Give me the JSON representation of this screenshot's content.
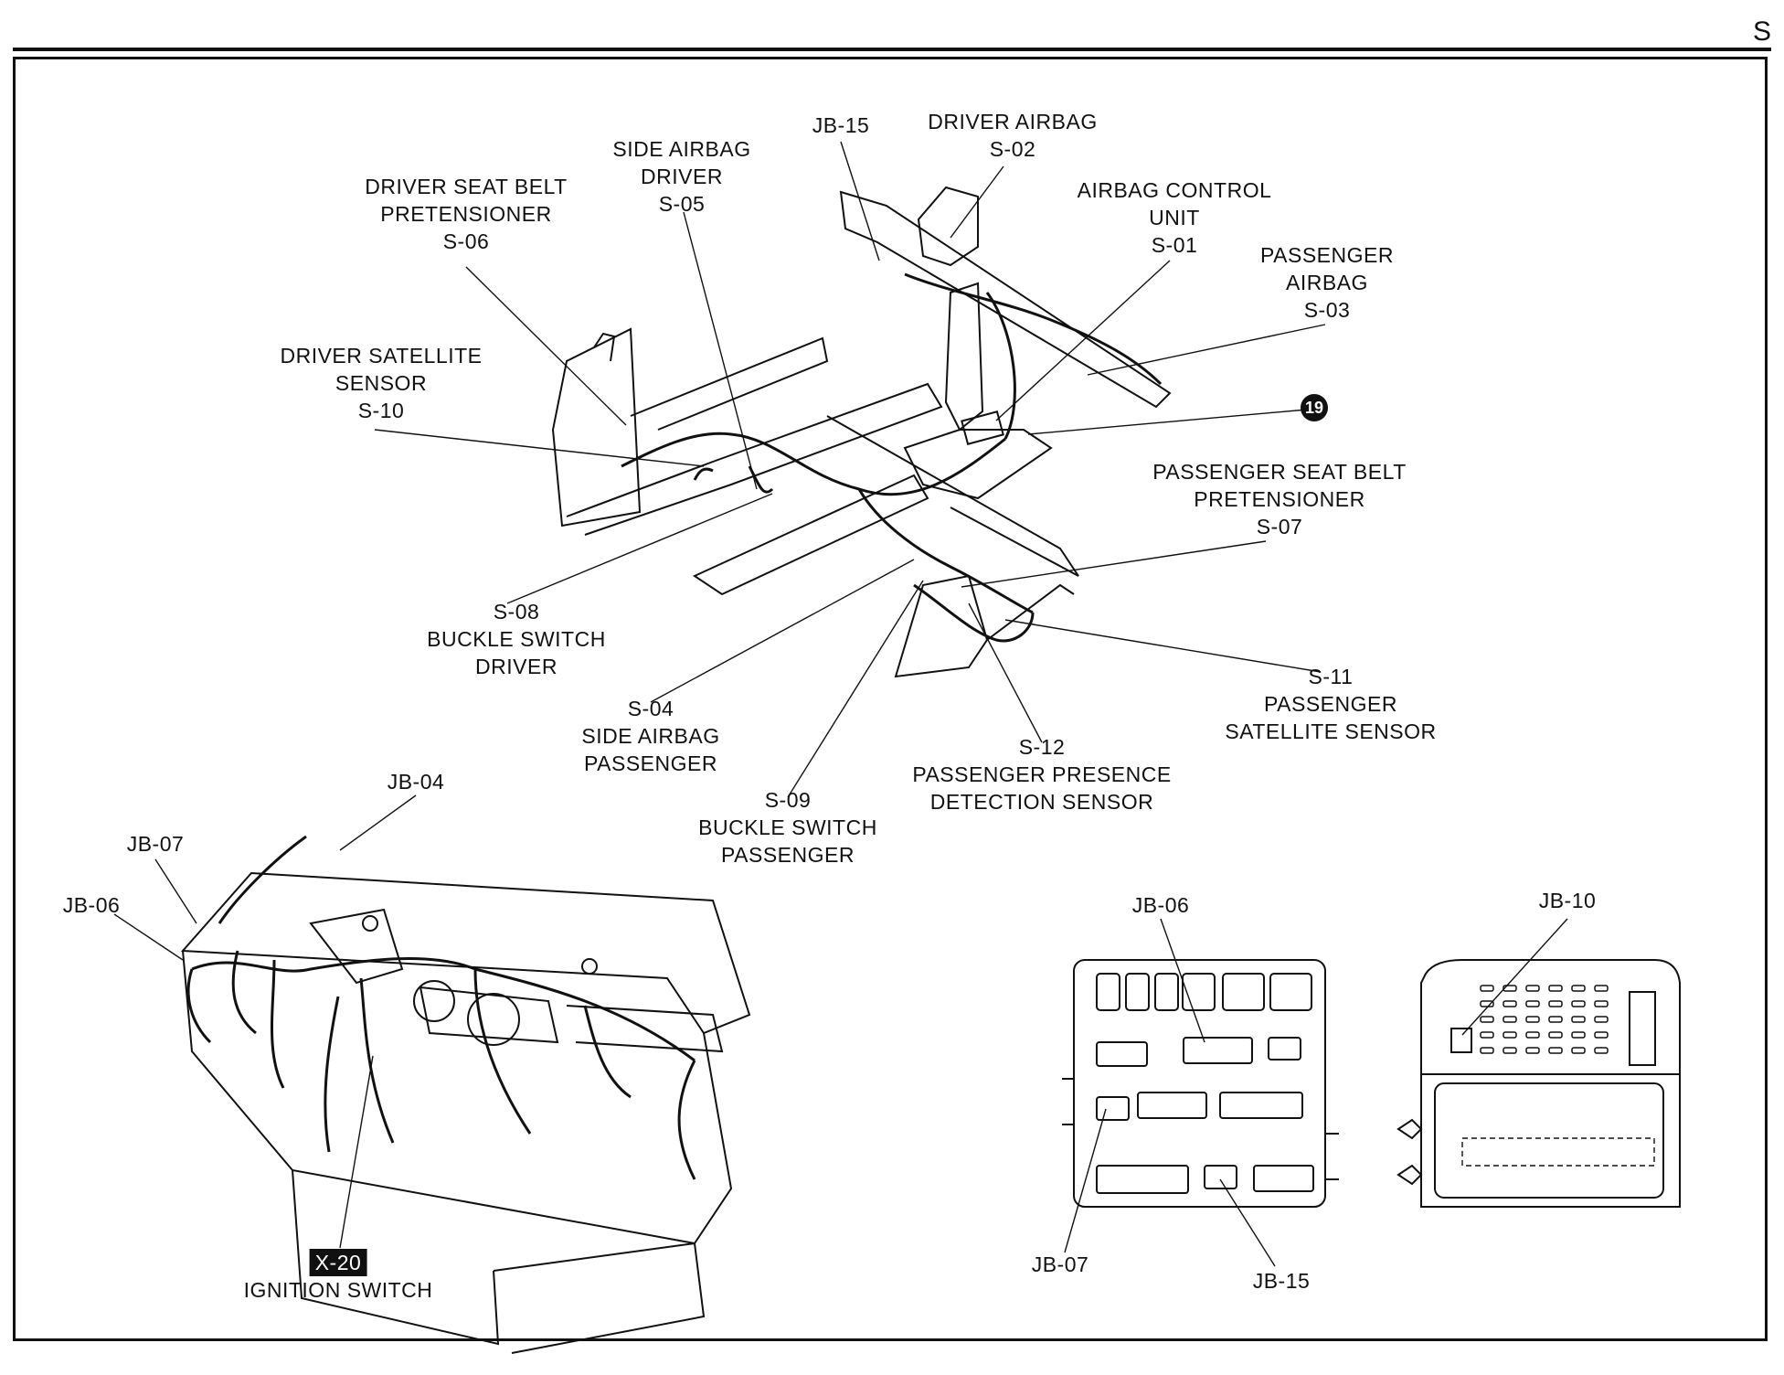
{
  "page_letter": "S",
  "callout_badge": "19",
  "labels": {
    "driver_airbag": [
      "DRIVER AIRBAG",
      "S-02"
    ],
    "jb15_top": [
      "JB-15"
    ],
    "side_airbag_driver": [
      "SIDE AIRBAG",
      "DRIVER",
      "S-05"
    ],
    "airbag_control_unit": [
      "AIRBAG CONTROL",
      "UNIT",
      "S-01"
    ],
    "driver_seat_belt": [
      "DRIVER SEAT BELT",
      "PRETENSIONER",
      "S-06"
    ],
    "passenger_airbag": [
      "PASSENGER",
      "AIRBAG",
      "S-03"
    ],
    "driver_satellite": [
      "DRIVER SATELLITE",
      "SENSOR",
      "S-10"
    ],
    "passenger_seat_belt": [
      "PASSENGER SEAT BELT",
      "PRETENSIONER",
      "S-07"
    ],
    "buckle_driver": [
      "S-08",
      "BUCKLE SWITCH",
      "DRIVER"
    ],
    "side_airbag_passenger": [
      "S-04",
      "SIDE AIRBAG",
      "PASSENGER"
    ],
    "passenger_satellite": [
      "S-11",
      "PASSENGER",
      "SATELLITE SENSOR"
    ],
    "presence_sensor": [
      "S-12",
      "PASSENGER PRESENCE",
      "DETECTION SENSOR"
    ],
    "buckle_passenger": [
      "S-09",
      "BUCKLE SWITCH",
      "PASSENGER"
    ],
    "jb04": [
      "JB-04"
    ],
    "jb07_left": [
      "JB-07"
    ],
    "jb06_left": [
      "JB-06"
    ],
    "ignition_code": "X-20",
    "ignition_name": "IGNITION SWITCH",
    "jb06_box": [
      "JB-06"
    ],
    "jb10_box": [
      "JB-10"
    ],
    "jb07_box": [
      "JB-07"
    ],
    "jb15_box": [
      "JB-15"
    ]
  }
}
